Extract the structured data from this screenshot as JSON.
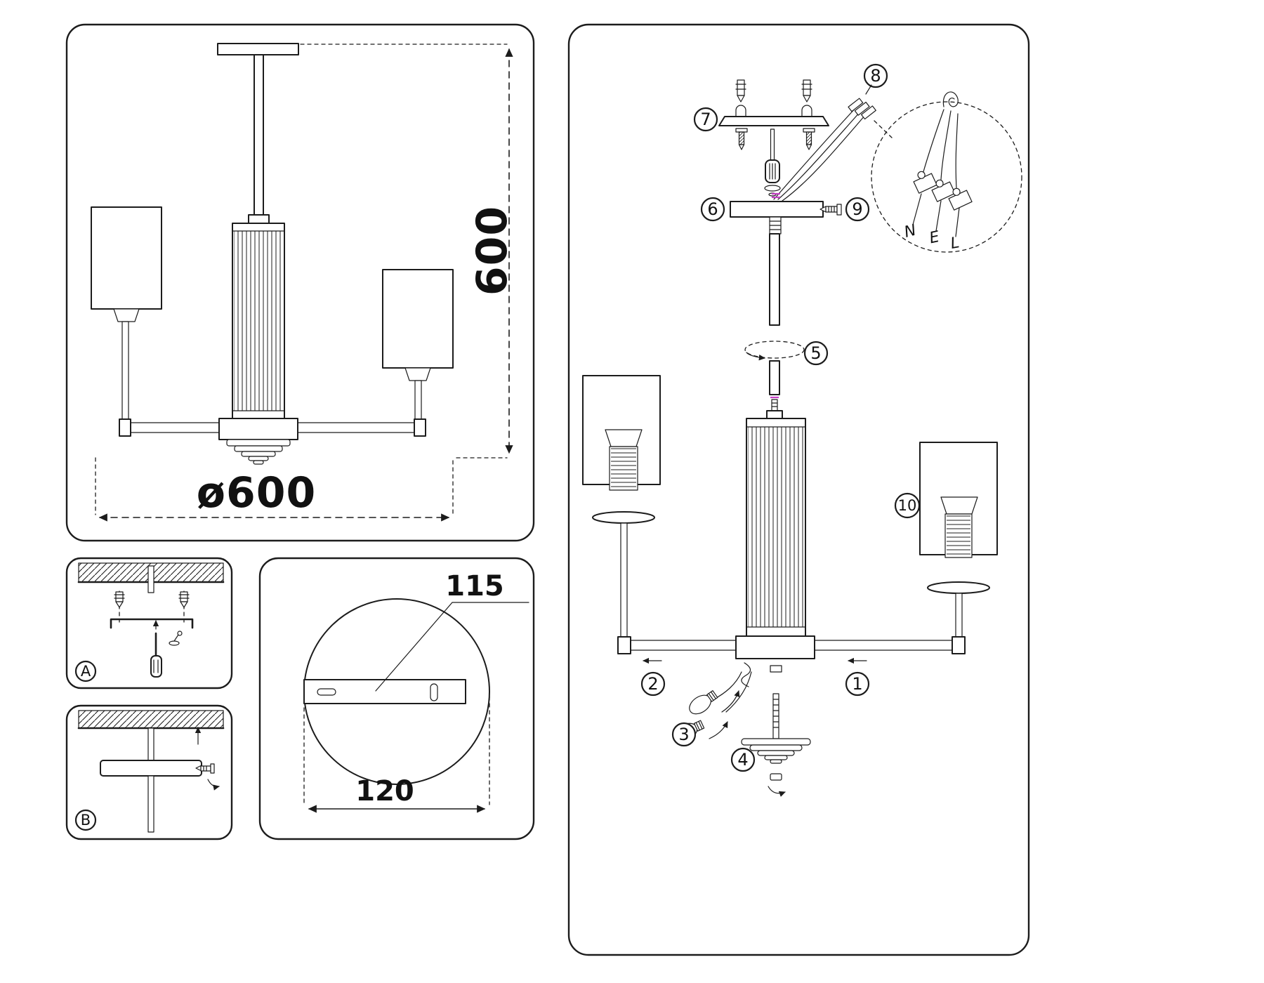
{
  "colors": {
    "line": "#1c1c1c",
    "background": "#ffffff",
    "accent_wire_mark": "#c43fc4"
  },
  "front_view": {
    "height_dim_label": "600",
    "diameter_dim_label": "ø600"
  },
  "install_steps": {
    "step_a_label": "A",
    "step_b_label": "B"
  },
  "canopy_detail": {
    "bracket_length_label": "115",
    "canopy_diameter_label": "120"
  },
  "exploded_view": {
    "callout_labels": [
      "1",
      "2",
      "3",
      "4",
      "5",
      "6",
      "7",
      "8",
      "9",
      "10"
    ],
    "wire_labels": {
      "neutral": "N",
      "earth": "E",
      "live": "L"
    }
  }
}
